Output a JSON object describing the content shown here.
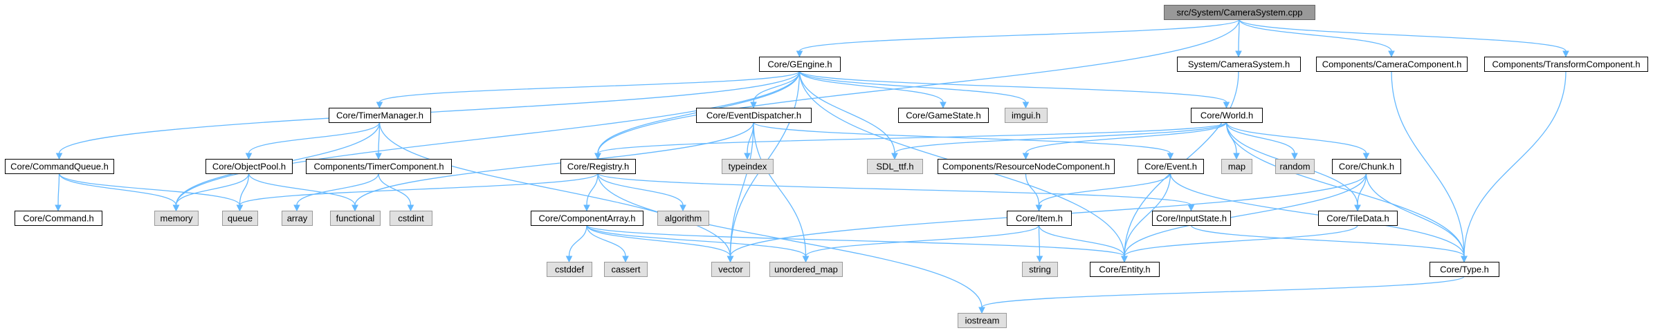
{
  "colors": {
    "root_fill": "#999999",
    "root_stroke": "#666666",
    "header_fill": "#ffffff",
    "header_stroke": "#000000",
    "system_fill": "#e0e0e0",
    "system_stroke": "#999999",
    "edge": "#63b8ff"
  },
  "nodes": [
    {
      "id": "root",
      "label": "src/System/CameraSystem.cpp",
      "kind": "root"
    },
    {
      "id": "gengine",
      "label": "Core/GEngine.h",
      "kind": "header"
    },
    {
      "id": "camsys_h",
      "label": "System/CameraSystem.h",
      "kind": "header"
    },
    {
      "id": "camcomp",
      "label": "Components/CameraComponent.h",
      "kind": "header"
    },
    {
      "id": "transcomp",
      "label": "Components/TransformComponent.h",
      "kind": "header"
    },
    {
      "id": "timermgr",
      "label": "Core/TimerManager.h",
      "kind": "header"
    },
    {
      "id": "evdisp",
      "label": "Core/EventDispatcher.h",
      "kind": "header"
    },
    {
      "id": "gamestate",
      "label": "Core/GameState.h",
      "kind": "header"
    },
    {
      "id": "imgui",
      "label": "imgui.h",
      "kind": "system"
    },
    {
      "id": "world",
      "label": "Core/World.h",
      "kind": "header"
    },
    {
      "id": "cmdqueue",
      "label": "Core/CommandQueue.h",
      "kind": "header"
    },
    {
      "id": "objpool",
      "label": "Core/ObjectPool.h",
      "kind": "header"
    },
    {
      "id": "timercomp",
      "label": "Components/TimerComponent.h",
      "kind": "header"
    },
    {
      "id": "registry",
      "label": "Core/Registry.h",
      "kind": "header"
    },
    {
      "id": "typeindex",
      "label": "typeindex",
      "kind": "system"
    },
    {
      "id": "sdlttf",
      "label": "SDL_ttf.h",
      "kind": "system"
    },
    {
      "id": "resnode",
      "label": "Components/ResourceNodeComponent.h",
      "kind": "header"
    },
    {
      "id": "event",
      "label": "Core/Event.h",
      "kind": "header"
    },
    {
      "id": "map",
      "label": "map",
      "kind": "system"
    },
    {
      "id": "random",
      "label": "random",
      "kind": "system"
    },
    {
      "id": "chunk",
      "label": "Core/Chunk.h",
      "kind": "header"
    },
    {
      "id": "command",
      "label": "Core/Command.h",
      "kind": "header"
    },
    {
      "id": "memory",
      "label": "memory",
      "kind": "system"
    },
    {
      "id": "queue",
      "label": "queue",
      "kind": "system"
    },
    {
      "id": "array",
      "label": "array",
      "kind": "system"
    },
    {
      "id": "functional",
      "label": "functional",
      "kind": "system"
    },
    {
      "id": "cstdint",
      "label": "cstdint",
      "kind": "system"
    },
    {
      "id": "comparray",
      "label": "Core/ComponentArray.h",
      "kind": "header"
    },
    {
      "id": "algorithm",
      "label": "algorithm",
      "kind": "system"
    },
    {
      "id": "item",
      "label": "Core/Item.h",
      "kind": "header"
    },
    {
      "id": "inputstate",
      "label": "Core/InputState.h",
      "kind": "header"
    },
    {
      "id": "tiledata",
      "label": "Core/TileData.h",
      "kind": "header"
    },
    {
      "id": "cstddef",
      "label": "cstddef",
      "kind": "system"
    },
    {
      "id": "cassert",
      "label": "cassert",
      "kind": "system"
    },
    {
      "id": "vector",
      "label": "vector",
      "kind": "system"
    },
    {
      "id": "unordered_map",
      "label": "unordered_map",
      "kind": "system"
    },
    {
      "id": "string",
      "label": "string",
      "kind": "system"
    },
    {
      "id": "entity",
      "label": "Core/Entity.h",
      "kind": "header"
    },
    {
      "id": "type",
      "label": "Core/Type.h",
      "kind": "header"
    },
    {
      "id": "iostream",
      "label": "iostream",
      "kind": "system"
    }
  ],
  "edges": [
    [
      "root",
      "gengine"
    ],
    [
      "root",
      "registry"
    ],
    [
      "root",
      "camsys_h"
    ],
    [
      "root",
      "camcomp"
    ],
    [
      "root",
      "transcomp"
    ],
    [
      "gengine",
      "cmdqueue"
    ],
    [
      "gengine",
      "memory"
    ],
    [
      "gengine",
      "timermgr"
    ],
    [
      "gengine",
      "evdisp"
    ],
    [
      "gengine",
      "registry"
    ],
    [
      "gengine",
      "vector"
    ],
    [
      "gengine",
      "sdlttf"
    ],
    [
      "gengine",
      "gamestate"
    ],
    [
      "gengine",
      "imgui"
    ],
    [
      "gengine",
      "world"
    ],
    [
      "gengine",
      "entity"
    ],
    [
      "camsys_h",
      "entity"
    ],
    [
      "camcomp",
      "type"
    ],
    [
      "transcomp",
      "type"
    ],
    [
      "timermgr",
      "memory"
    ],
    [
      "timermgr",
      "objpool"
    ],
    [
      "timermgr",
      "timercomp"
    ],
    [
      "timermgr",
      "vector"
    ],
    [
      "evdisp",
      "functional"
    ],
    [
      "evdisp",
      "typeindex"
    ],
    [
      "evdisp",
      "vector"
    ],
    [
      "evdisp",
      "unordered_map"
    ],
    [
      "evdisp",
      "event"
    ],
    [
      "world",
      "registry"
    ],
    [
      "world",
      "sdlttf"
    ],
    [
      "world",
      "resnode"
    ],
    [
      "world",
      "map"
    ],
    [
      "world",
      "random"
    ],
    [
      "world",
      "chunk"
    ],
    [
      "world",
      "tiledata"
    ],
    [
      "world",
      "type"
    ],
    [
      "cmdqueue",
      "command"
    ],
    [
      "cmdqueue",
      "memory"
    ],
    [
      "cmdqueue",
      "queue"
    ],
    [
      "objpool",
      "memory"
    ],
    [
      "objpool",
      "queue"
    ],
    [
      "objpool",
      "functional"
    ],
    [
      "timercomp",
      "array"
    ],
    [
      "timercomp",
      "cstdint"
    ],
    [
      "registry",
      "queue"
    ],
    [
      "registry",
      "comparray"
    ],
    [
      "registry",
      "algorithm"
    ],
    [
      "registry",
      "inputstate"
    ],
    [
      "registry",
      "iostream"
    ],
    [
      "resnode",
      "item"
    ],
    [
      "event",
      "item"
    ],
    [
      "event",
      "entity"
    ],
    [
      "event",
      "type"
    ],
    [
      "chunk",
      "vector"
    ],
    [
      "chunk",
      "tiledata"
    ],
    [
      "chunk",
      "entity"
    ],
    [
      "chunk",
      "type"
    ],
    [
      "comparray",
      "cstddef"
    ],
    [
      "comparray",
      "cassert"
    ],
    [
      "comparray",
      "vector"
    ],
    [
      "comparray",
      "unordered_map"
    ],
    [
      "comparray",
      "entity"
    ],
    [
      "item",
      "string"
    ],
    [
      "item",
      "entity"
    ],
    [
      "item",
      "unordered_map"
    ],
    [
      "inputstate",
      "type"
    ],
    [
      "tiledata",
      "entity"
    ],
    [
      "type",
      "iostream"
    ]
  ]
}
